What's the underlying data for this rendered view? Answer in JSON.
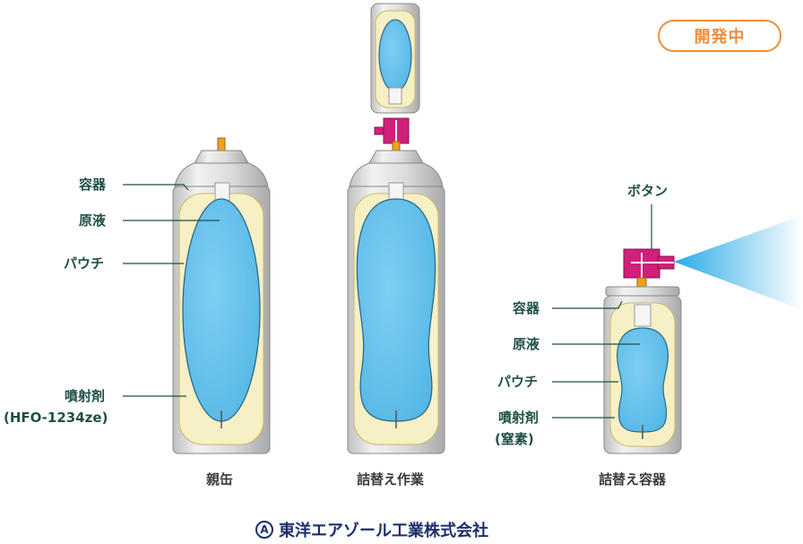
{
  "badge": {
    "text": "開発中",
    "color": "#f08c3a"
  },
  "labels": {
    "left": {
      "container": "容器",
      "liquid": "原液",
      "pouch": "パウチ",
      "propellant": "噴射剤",
      "propellant_detail": "(HFO-1234ze)"
    },
    "right": {
      "button": "ボタン",
      "container": "容器",
      "liquid": "原液",
      "pouch": "パウチ",
      "propellant": "噴射剤",
      "propellant_detail": "(窒素)"
    }
  },
  "captions": {
    "parent_can": "親缶",
    "refill_process": "詰替え作業",
    "refill_container": "詰替え容器"
  },
  "logo": {
    "mark": "A",
    "text": "東洋エアゾール工業株式会社"
  },
  "colors": {
    "liquid": "#5bbbe8",
    "pouch_bg": "#f7f0c4",
    "can_body": "#d8d8d8",
    "button": "#d0207a",
    "nozzle": "#f0a020",
    "label_text": "#1f4f47"
  }
}
